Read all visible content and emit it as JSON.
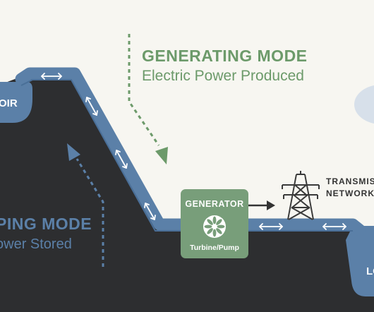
{
  "colors": {
    "background": "#f7f6f1",
    "terrain": "#2d2e30",
    "water": "#5b80a8",
    "water_edge": "#3d6290",
    "accent_green": "#6c9a6a",
    "generator_box": "#789e7a",
    "pumping_blue": "#5b80a8",
    "cloud": "#d7e0ea"
  },
  "generating": {
    "title": "GENERATING MODE",
    "subtitle": "Electric Power Produced"
  },
  "pumping": {
    "title": "PING MODE",
    "subtitle": "ower Stored"
  },
  "reservoirs": {
    "upper_label": "OIR",
    "lower_label": "LO"
  },
  "generator": {
    "title": "GENERATOR",
    "turbine_label": "Turbine/Pump",
    "fan_icon": "turbine-fan-icon"
  },
  "transmission": {
    "line1": "TRANSMIS",
    "line2": "NETWORK",
    "icon": "transmission-tower-icon"
  }
}
